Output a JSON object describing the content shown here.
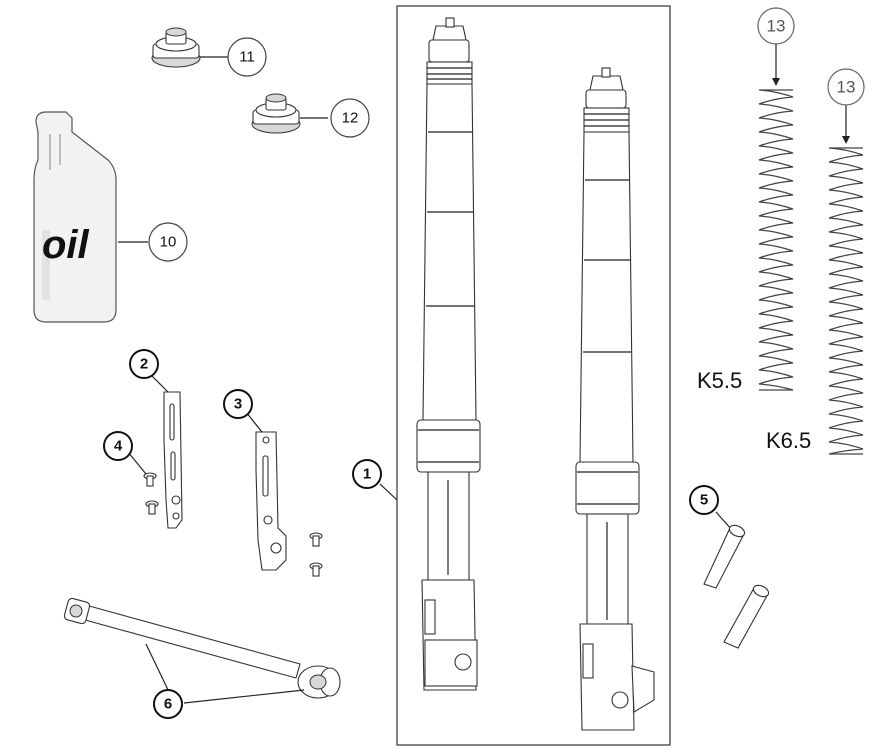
{
  "diagram": {
    "oil_bottle_label": "oil",
    "callouts": {
      "fork_assembly": "1",
      "bracket_left": "2",
      "bracket_right": "3",
      "screw_small": "4",
      "screw_long": "5",
      "axle": "6",
      "oil": "10",
      "cap_nut_a": "11",
      "cap_nut_b": "12",
      "spring_a": "13",
      "spring_b": "13"
    },
    "spring_labels": {
      "spring_a": "K5.5",
      "spring_b": "K6.5"
    }
  }
}
